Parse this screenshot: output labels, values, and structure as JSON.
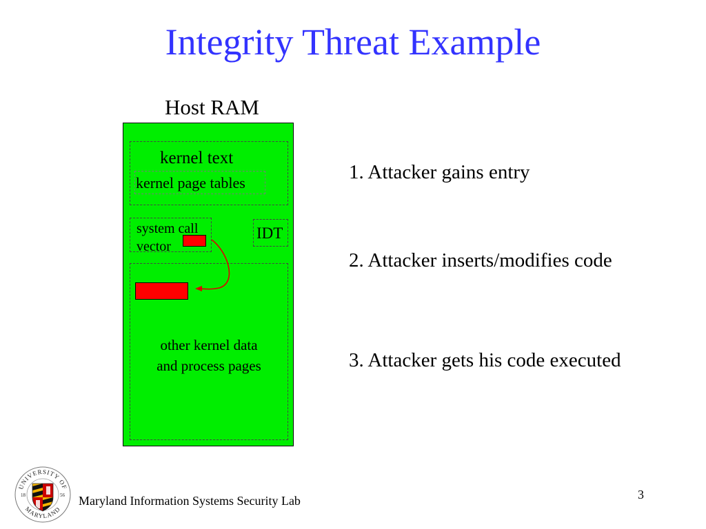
{
  "slide": {
    "title": "Integrity Threat Example",
    "page_number": "3"
  },
  "diagram": {
    "ram_label": "Host RAM",
    "kernel_text": "kernel text",
    "kernel_page_tables": "kernel page tables",
    "system_call_vector_line1": "system call",
    "system_call_vector_line2": "vector",
    "idt": "IDT",
    "other_data_line1": "other kernel data",
    "other_data_line2": "and process pages",
    "ram_fill": "#00ee00",
    "attack_mark_fill": "#ff0000",
    "arrow_color": "#dd0000"
  },
  "steps": [
    "1. Attacker gains entry",
    "2. Attacker inserts/modifies code",
    "3. Attacker gets his code executed"
  ],
  "footer": {
    "lab_name": "Maryland Information Systems Security Lab",
    "seal_text_top": "UNIVERSITY OF",
    "seal_text_bottom": "MARYLAND",
    "seal_year_left": "18",
    "seal_year_right": "56"
  }
}
